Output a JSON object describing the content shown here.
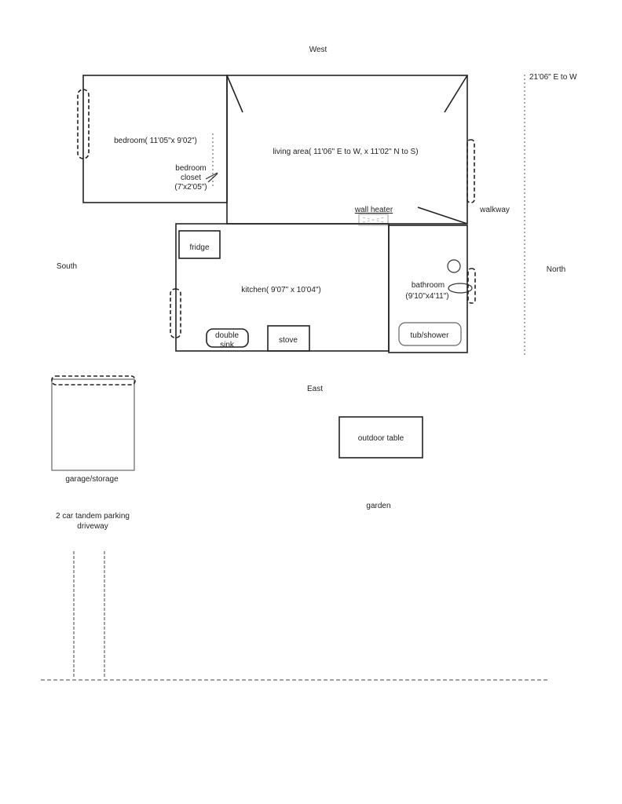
{
  "compass": {
    "west": "West",
    "east": "East",
    "south": "South",
    "north": "North"
  },
  "dimension_note": "21'06\" E to W",
  "rooms": {
    "bedroom": "bedroom( 11'05\"x 9'02\")",
    "closet_line1": "bedroom",
    "closet_line2": "closet",
    "closet_line3": "(7'x2'05\")",
    "living": "living area( 11'06\" E to W, x 11'02\" N to S)",
    "wall_heater": "wall heater",
    "walkway": "walkway",
    "kitchen": "kitchen( 9'07\" x 10'04\")",
    "fridge": "fridge",
    "sink_line1": "double",
    "sink_line2": "sink",
    "stove": "stove",
    "bathroom_line1": "bathroom",
    "bathroom_line2": "(9'10\"x4'11\")",
    "tub": "tub/shower"
  },
  "outdoor": {
    "garage": "garage/storage",
    "parking_line1": "2 car tandem parking",
    "parking_line2": "driveway",
    "table": "outdoor table",
    "garden": "garden"
  }
}
